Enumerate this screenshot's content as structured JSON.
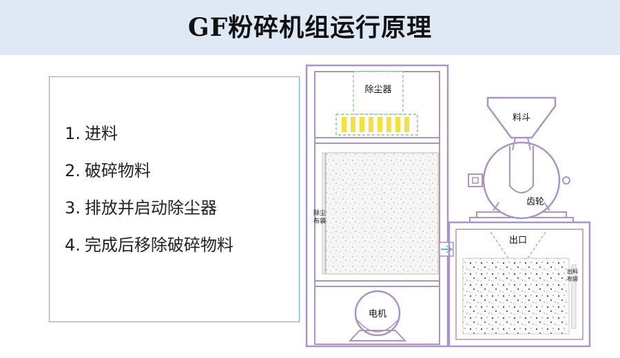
{
  "title": "GF粉碎机组运行原理",
  "steps": [
    {
      "num": "1.",
      "text": "进料"
    },
    {
      "num": "2.",
      "text": "破碎物料"
    },
    {
      "num": "3.",
      "text": "排放并启动除尘器"
    },
    {
      "num": "4.",
      "text": "完成后移除破碎物料"
    }
  ],
  "labels": {
    "dust_collector": "除尘器",
    "hopper": "料斗",
    "gear": "齿轮",
    "outlet": "出口",
    "motor": "电机",
    "dust_bag_line1": "除尘",
    "dust_bag_line2": "布袋",
    "out_bag_line1": "出料",
    "out_bag_line2": "布袋"
  },
  "colors": {
    "header_bg": "#dfe9f6",
    "frame": "#a993c7",
    "box_border": "#5fb5d3",
    "filter_yellow": "#f3e23a",
    "dashed_green": "#7fd17a"
  }
}
